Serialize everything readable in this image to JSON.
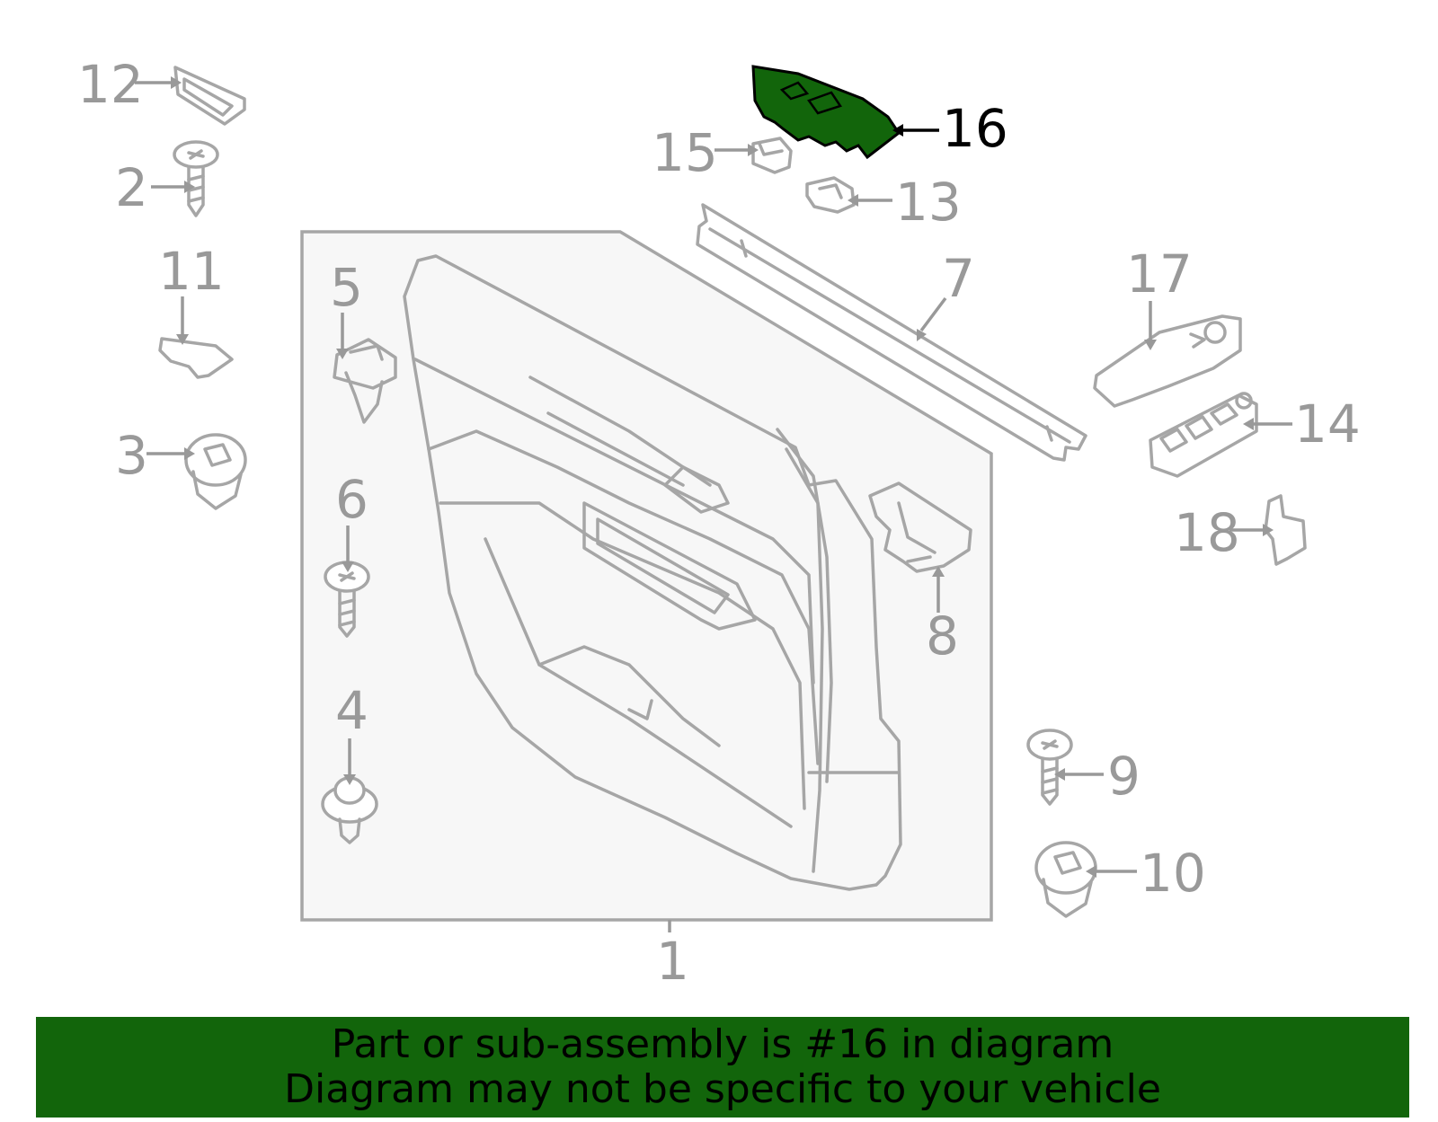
{
  "diagram": {
    "highlight_color": "#12650b",
    "callouts": [
      {
        "label": "1",
        "highlighted": false
      },
      {
        "label": "2",
        "highlighted": false
      },
      {
        "label": "3",
        "highlighted": false
      },
      {
        "label": "4",
        "highlighted": false
      },
      {
        "label": "5",
        "highlighted": false
      },
      {
        "label": "6",
        "highlighted": false
      },
      {
        "label": "7",
        "highlighted": false
      },
      {
        "label": "8",
        "highlighted": false
      },
      {
        "label": "9",
        "highlighted": false
      },
      {
        "label": "10",
        "highlighted": false
      },
      {
        "label": "11",
        "highlighted": false
      },
      {
        "label": "12",
        "highlighted": false
      },
      {
        "label": "13",
        "highlighted": false
      },
      {
        "label": "14",
        "highlighted": false
      },
      {
        "label": "15",
        "highlighted": false
      },
      {
        "label": "16",
        "highlighted": true
      },
      {
        "label": "17",
        "highlighted": false
      },
      {
        "label": "18",
        "highlighted": false
      }
    ]
  },
  "banner": {
    "line1": "Part or sub-assembly is #16 in diagram",
    "line2": "Diagram may not be specific to your vehicle",
    "background": "#12650b"
  }
}
